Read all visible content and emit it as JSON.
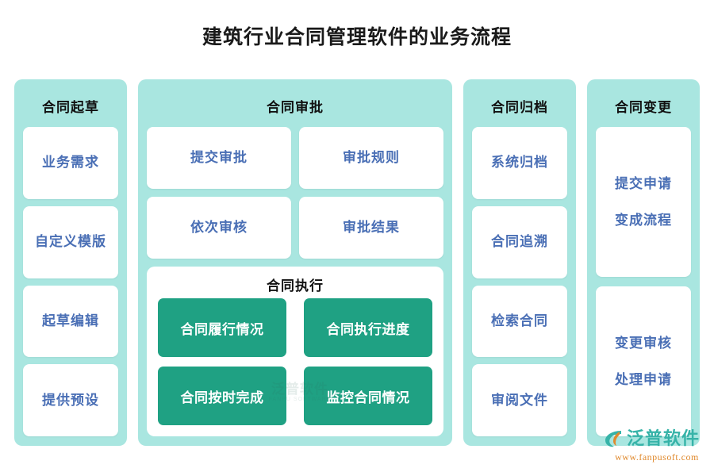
{
  "page": {
    "title": "建筑行业合同管理软件的业务流程",
    "background_color": "#ffffff"
  },
  "theme": {
    "panel_bg": "#a9e6e0",
    "card_bg": "#ffffff",
    "card_text": "#4a6fb5",
    "chip_bg": "#1fa183",
    "chip_text": "#ffffff",
    "header_text": "#111111",
    "brand_teal": "#36b3a8",
    "brand_orange": "#e08a2e"
  },
  "stages": [
    {
      "id": "drafting",
      "header": "合同起草",
      "nodes": [
        {
          "lines": [
            "业务需求"
          ]
        },
        {
          "lines": [
            "自定义模版"
          ]
        },
        {
          "lines": [
            "起草编辑"
          ]
        },
        {
          "lines": [
            "提供预设"
          ]
        }
      ]
    },
    {
      "id": "approval",
      "header": "合同审批",
      "nodes": [
        {
          "lines": [
            "提交审批"
          ]
        },
        {
          "lines": [
            "审批规则"
          ]
        },
        {
          "lines": [
            "依次审核"
          ]
        },
        {
          "lines": [
            "审批结果"
          ]
        }
      ],
      "subsection": {
        "id": "execution",
        "title": "合同执行",
        "chips": [
          "合同履行情况",
          "合同执行进度",
          "合同按时完成",
          "监控合同情况"
        ]
      }
    },
    {
      "id": "archiving",
      "header": "合同归档",
      "nodes": [
        {
          "lines": [
            "系统归档"
          ]
        },
        {
          "lines": [
            "合同追溯"
          ]
        },
        {
          "lines": [
            "检索合同"
          ]
        },
        {
          "lines": [
            "审阅文件"
          ]
        }
      ]
    },
    {
      "id": "change",
      "header": "合同变更",
      "nodes": [
        {
          "lines": [
            "提交申请",
            "变成流程"
          ]
        },
        {
          "lines": [
            "变更审核",
            "处理申请"
          ]
        }
      ]
    }
  ],
  "watermark": {
    "text": "泛普软件",
    "sub": "FANPU SOFTWARE"
  },
  "brand": {
    "name": "泛普软件",
    "url": "www.fanpusoft.com"
  }
}
